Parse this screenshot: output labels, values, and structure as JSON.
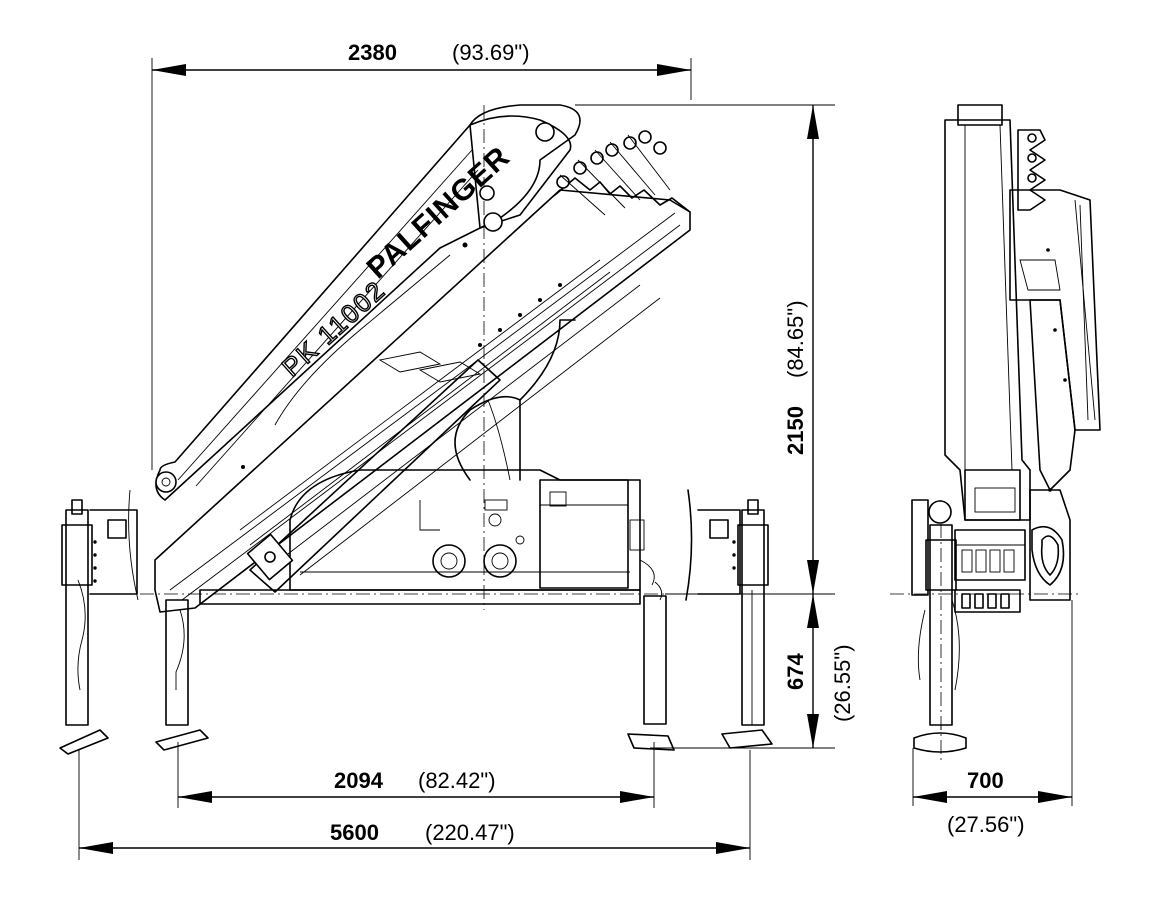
{
  "brand": "PALFINGER",
  "model": "PK 11002",
  "dimensions": {
    "top_width": {
      "value": "2380",
      "imperial": "(93.69\")"
    },
    "height": {
      "value": "2150",
      "imperial": "(84.65\")"
    },
    "leg_drop": {
      "value": "674",
      "imperial": "(26.55\")"
    },
    "inner_spread": {
      "value": "2094",
      "imperial": "(82.42\")"
    },
    "outer_spread": {
      "value": "5600",
      "imperial": "(220.47\")"
    },
    "side_width": {
      "value": "700",
      "imperial": "(27.56\")"
    }
  }
}
